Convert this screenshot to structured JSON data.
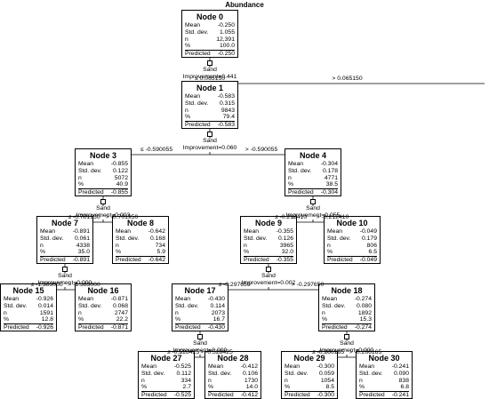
{
  "tree": {
    "title": "Abundance",
    "stats_labels": {
      "mean": "Mean",
      "std_dev": "Std. dev.",
      "n": "n",
      "pct": "%",
      "predicted": "Predicted"
    },
    "nodes": [
      {
        "id": "0",
        "title": "Node 0",
        "mean": "-0.250",
        "std_dev": "1.055",
        "n": "12,391",
        "pct": "100.0",
        "predicted": "-0.250"
      },
      {
        "id": "1",
        "title": "Node 1",
        "mean": "-0.583",
        "std_dev": "0.315",
        "n": "9843",
        "pct": "79.4",
        "predicted": "-0.583"
      },
      {
        "id": "3",
        "title": "Node 3",
        "mean": "-0.855",
        "std_dev": "0.122",
        "n": "5072",
        "pct": "40.9",
        "predicted": "-0.855"
      },
      {
        "id": "4",
        "title": "Node 4",
        "mean": "-0.304",
        "std_dev": "0.178",
        "n": "4771",
        "pct": "38.5",
        "predicted": "-0.304"
      },
      {
        "id": "7",
        "title": "Node 7",
        "mean": "-0.891",
        "std_dev": "0.061",
        "n": "4338",
        "pct": "35.0",
        "predicted": "-0.891"
      },
      {
        "id": "8",
        "title": "Node 8",
        "mean": "-0.642",
        "std_dev": "0.168",
        "n": "734",
        "pct": "5.9",
        "predicted": "-0.642"
      },
      {
        "id": "9",
        "title": "Node 9",
        "mean": "-0.355",
        "std_dev": "0.126",
        "n": "3965",
        "pct": "32.0",
        "predicted": "-0.355"
      },
      {
        "id": "10",
        "title": "Node 10",
        "mean": "-0.049",
        "std_dev": "0.179",
        "n": "806",
        "pct": "6.5",
        "predicted": "-0.049"
      },
      {
        "id": "15",
        "title": "Node 15",
        "mean": "-0.926",
        "std_dev": "0.014",
        "n": "1591",
        "pct": "12.8",
        "predicted": "-0.926"
      },
      {
        "id": "16",
        "title": "Node 16",
        "mean": "-0.871",
        "std_dev": "0.068",
        "n": "2747",
        "pct": "22.2",
        "predicted": "-0.871"
      },
      {
        "id": "17",
        "title": "Node 17",
        "mean": "-0.430",
        "std_dev": "0.114",
        "n": "2073",
        "pct": "16.7",
        "predicted": "-0.430"
      },
      {
        "id": "18",
        "title": "Node 18",
        "mean": "-0.274",
        "std_dev": "0.080",
        "n": "1892",
        "pct": "15.3",
        "predicted": "-0.274"
      },
      {
        "id": "27",
        "title": "Node 27",
        "mean": "-0.525",
        "std_dev": "0.112",
        "n": "334",
        "pct": "2.7",
        "predicted": "-0.525"
      },
      {
        "id": "28",
        "title": "Node 28",
        "mean": "-0.412",
        "std_dev": "0.106",
        "n": "1730",
        "pct": "14.0",
        "predicted": "-0.412"
      },
      {
        "id": "29",
        "title": "Node 29",
        "mean": "-0.300",
        "std_dev": "0.059",
        "n": "1054",
        "pct": "8.5",
        "predicted": "-0.300"
      },
      {
        "id": "30",
        "title": "Node 30",
        "mean": "-0.241",
        "std_dev": "0.090",
        "n": "838",
        "pct": "6.8",
        "predicted": "-0.241"
      }
    ],
    "splits": [
      {
        "node": "0",
        "variable": "Sand",
        "improvement": "Improvement=0.441",
        "left_label": "≤ 0.065150",
        "right_label": "> 0.065150"
      },
      {
        "node": "1",
        "variable": "Sand",
        "improvement": "Improvement=0.060",
        "left_label": "≤ -0.590055",
        "right_label": "> -0.590055"
      },
      {
        "node": "3",
        "variable": "Sand",
        "improvement": "Improvement=0.003",
        "left_label": "≤ -0.701950",
        "right_label": "> -0.701950"
      },
      {
        "node": "4",
        "variable": "Sand",
        "improvement": "Improvement=0.055",
        "left_label": "≤ -0.212410",
        "right_label": "> -0.212410"
      },
      {
        "node": "7",
        "variable": "Sand",
        "improvement": "Improvement=0.000",
        "left_label": "≤ -1.383000",
        "right_label": "> -1.383000"
      },
      {
        "node": "9",
        "variable": "Sand",
        "improvement": "Improvement=0.002",
        "left_label": "≤ -0.297650",
        "right_label": "> -0.297650"
      },
      {
        "node": "17",
        "variable": "Sand",
        "improvement": "Improvement=0.000",
        "left_label": "≤ -0.528425",
        "right_label": "> -0.528425"
      },
      {
        "node": "18",
        "variable": "Sand",
        "improvement": "Improvement=0.000",
        "left_label": "≤ -0.266165",
        "right_label": "> -0.266165"
      }
    ]
  }
}
